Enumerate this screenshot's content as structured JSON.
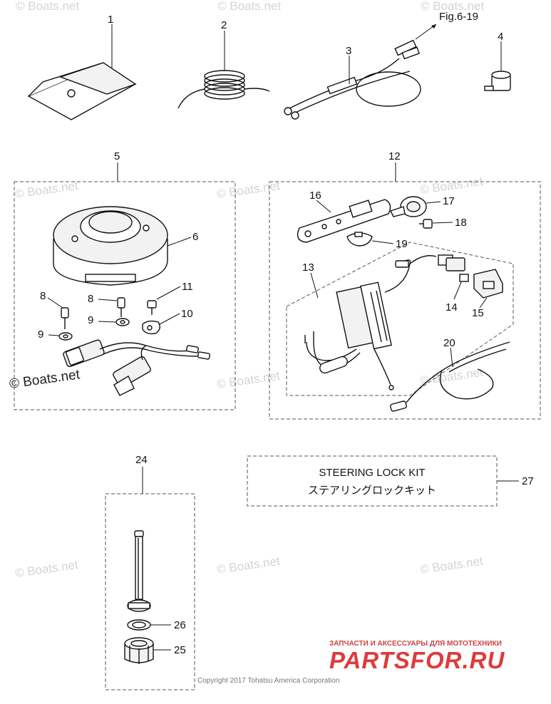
{
  "watermarks": [
    "© Boats.net"
  ],
  "callouts": {
    "n1": "1",
    "n2": "2",
    "n3": "3",
    "n4": "4",
    "n5": "5",
    "n6": "6",
    "n8": "8",
    "n9": "9",
    "n10": "10",
    "n11": "11",
    "n12": "12",
    "n13": "13",
    "n14": "14",
    "n15": "15",
    "n16": "16",
    "n17": "17",
    "n18": "18",
    "n19": "19",
    "n20": "20",
    "n24": "24",
    "n25": "25",
    "n26": "26",
    "n27": "27"
  },
  "reference": "Fig.6-19",
  "kit": {
    "title_en": "STEERING LOCK KIT",
    "title_jp": "ステアリングロックキット"
  },
  "footer": {
    "copyright": "Copyright 2017 Tohatsu America Corporation",
    "brand_tagline": "ЗАПЧАСТИ И АКСЕССУАРЫ ДЛЯ МОТОТЕХНИКИ",
    "brand_logo": "PARTSFOR.RU"
  }
}
